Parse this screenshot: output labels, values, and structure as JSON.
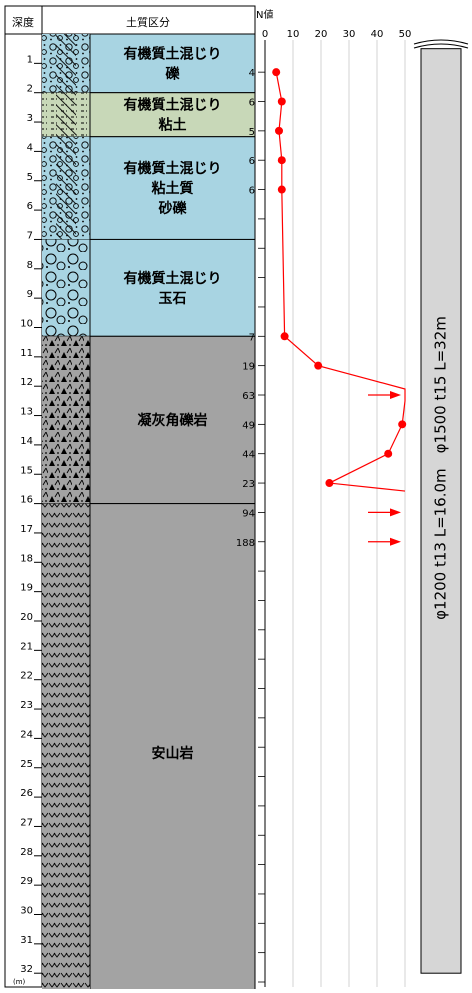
{
  "headers": {
    "depth": "深度",
    "soil": "土質区分",
    "n_value": "N値",
    "unit": "(m)"
  },
  "n_axis": {
    "ticks": [
      "0",
      "10",
      "20",
      "30",
      "40",
      "50"
    ],
    "range": [
      0,
      50
    ]
  },
  "depth_axis": {
    "range": [
      0,
      33
    ],
    "labels": [
      "1",
      "2",
      "3",
      "4",
      "5",
      "6",
      "7",
      "8",
      "9",
      "10",
      "11",
      "12",
      "13",
      "14",
      "15",
      "16",
      "17",
      "18",
      "19",
      "20",
      "21",
      "22",
      "23",
      "24",
      "25",
      "26",
      "27",
      "28",
      "29",
      "30",
      "31",
      "32"
    ]
  },
  "layers": [
    {
      "name_lines": [
        "有機質土混じり",
        "礫"
      ],
      "top": 0,
      "bottom": 2,
      "color": "#a8d4e2",
      "pattern": "gravel"
    },
    {
      "name_lines": [
        "有機質土混じり",
        "粘土"
      ],
      "top": 2,
      "bottom": 3.5,
      "color": "#c8d8b8",
      "pattern": "clay"
    },
    {
      "name_lines": [
        "有機質土混じり",
        "粘土質",
        "砂礫"
      ],
      "top": 3.5,
      "bottom": 7,
      "color": "#a8d4e2",
      "pattern": "gravel"
    },
    {
      "name_lines": [
        "有機質土混じり",
        "玉石"
      ],
      "top": 7,
      "bottom": 10.3,
      "color": "#a8d4e2",
      "pattern": "boulder"
    },
    {
      "name_lines": [
        "凝灰角礫岩"
      ],
      "top": 10.3,
      "bottom": 16,
      "color": "#a3a3a3",
      "pattern": "tuff"
    },
    {
      "name_lines": [
        "安山岩"
      ],
      "top": 16,
      "bottom": 33,
      "color": "#a3a3a3",
      "pattern": "andesite"
    }
  ],
  "chart_data": {
    "type": "line",
    "xlabel": "N値",
    "ylabel": "深度",
    "xlim": [
      0,
      50
    ],
    "ylim": [
      0,
      33
    ],
    "points": [
      {
        "depth": 1.3,
        "n": 4,
        "label": "4"
      },
      {
        "depth": 2.3,
        "n": 6,
        "label": "6"
      },
      {
        "depth": 3.3,
        "n": 5,
        "label": "5"
      },
      {
        "depth": 4.3,
        "n": 6,
        "label": "6"
      },
      {
        "depth": 5.3,
        "n": 6,
        "label": "6"
      },
      {
        "depth": 10.3,
        "n": 7,
        "label": "7"
      },
      {
        "depth": 11.3,
        "n": 19,
        "label": "19"
      },
      {
        "depth": 12.3,
        "n": 63,
        "label": "63"
      },
      {
        "depth": 13.3,
        "n": 49,
        "label": "49"
      },
      {
        "depth": 14.3,
        "n": 44,
        "label": "44"
      },
      {
        "depth": 15.3,
        "n": 23,
        "label": "23"
      },
      {
        "depth": 16.3,
        "n": 94,
        "label": "94"
      },
      {
        "depth": 17.3,
        "n": 188,
        "label": "188"
      }
    ]
  },
  "pile": {
    "label": "φ1200 t13 L=16.0m　φ1500 t15 L=32m",
    "top": 0.5,
    "bottom": 32
  },
  "colors": {
    "line": "#ff0000",
    "border": "#000000",
    "pile_fill": "#d6d6d6",
    "grid": "#c8c8c8"
  }
}
